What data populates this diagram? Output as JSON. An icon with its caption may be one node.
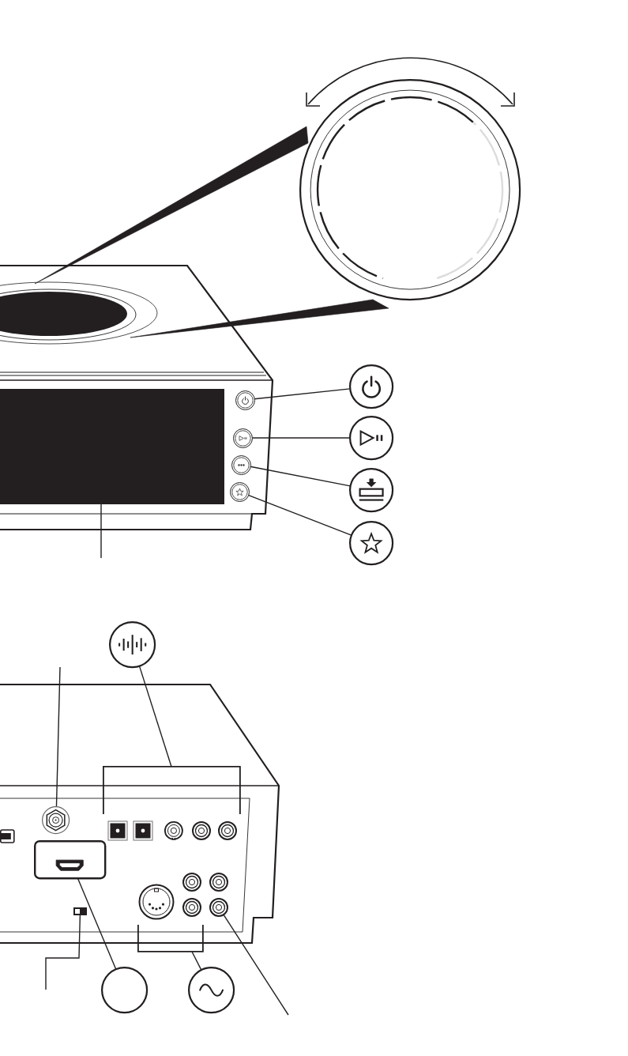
{
  "diagram": {
    "nodes": [
      {
        "text": [],
        "shape": "circle"
      },
      {
        "text": [],
        "shape": "ellipse"
      },
      {
        "text": [],
        "shape": "box"
      },
      {
        "text": [],
        "shape": "circle"
      },
      {
        "text": [],
        "shape": "circle"
      },
      {
        "text": [],
        "shape": "circle"
      },
      {
        "text": [],
        "shape": "circle"
      },
      {
        "text": [],
        "shape": "circle"
      },
      {
        "text": [],
        "shape": "circle"
      },
      {
        "text": [],
        "shape": "circle"
      },
      {
        "text": [],
        "shape": "circle"
      },
      {
        "text": [],
        "shape": "circle"
      },
      {
        "text": [],
        "shape": "circle"
      },
      {
        "text": [],
        "shape": "bracket"
      },
      {
        "text": [],
        "shape": "circle"
      },
      {
        "text": [],
        "shape": "circle"
      },
      {
        "text": [],
        "shape": "circle"
      },
      {
        "text": [],
        "shape": "box"
      },
      {
        "text": [],
        "shape": "circle"
      },
      {
        "text": [],
        "shape": "circle"
      },
      {
        "text": [],
        "shape": "circle"
      },
      {
        "text": [],
        "shape": "box"
      },
      {
        "text": [],
        "shape": "circle"
      },
      {
        "text": [],
        "shape": "bracket"
      },
      {
        "text": [],
        "shape": "circle"
      },
      {
        "text": [],
        "shape": "circle"
      }
    ],
    "edges": [
      {
        "from": 1,
        "to": 0,
        "arrow": "none",
        "style": "thick"
      },
      {
        "from": 7,
        "to": 3,
        "arrow": "none"
      },
      {
        "from": 8,
        "to": 4,
        "arrow": "none"
      },
      {
        "from": 9,
        "to": 5,
        "arrow": "none"
      },
      {
        "from": 10,
        "to": 6,
        "arrow": "none"
      },
      {
        "from": null,
        "to": 2,
        "arrow": "none"
      },
      {
        "from": 11,
        "to": 13,
        "arrow": "none"
      },
      {
        "from": null,
        "to": 12,
        "arrow": "none"
      },
      {
        "from": 24,
        "to": 17,
        "arrow": "none"
      },
      {
        "from": 25,
        "to": 23,
        "arrow": "none"
      },
      {
        "from": null,
        "to": 21,
        "arrow": "none"
      },
      {
        "from": null,
        "to": 22,
        "arrow": "none"
      }
    ]
  }
}
